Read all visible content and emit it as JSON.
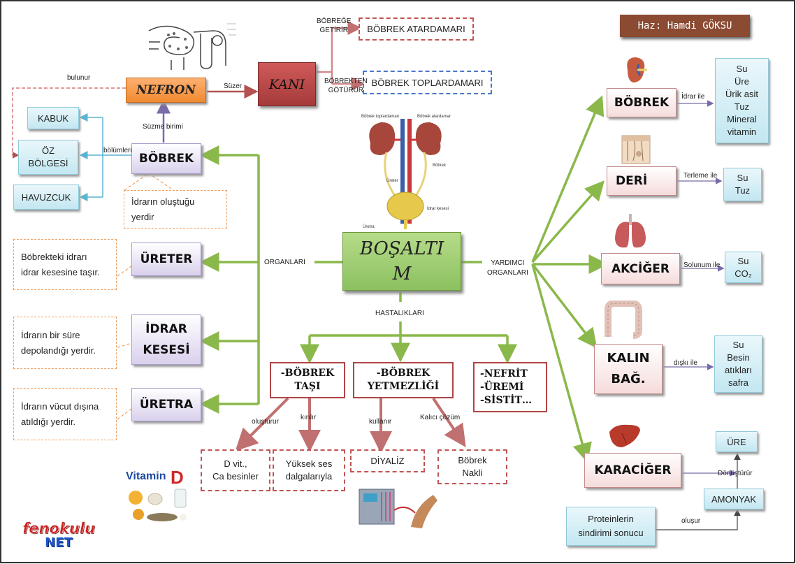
{
  "author": "Haz: Hamdi GÖKSU",
  "center": {
    "label": "BOŞALTI\nM"
  },
  "nefron": {
    "label": "NEFRON"
  },
  "kani": {
    "label": "KANI",
    "artery": "BÖBREK ATARDAMARI",
    "vein": "BÖBREK TOPLARDAMARI"
  },
  "organs": {
    "kidney": "BÖBREK",
    "ureter": "ÜRETER",
    "bladder": "İDRAR\nKESESİ",
    "urethra": "ÜRETRA"
  },
  "kidney_parts": [
    "KABUK",
    "ÖZ\nBÖLGESİ",
    "HAVUZCUK"
  ],
  "notes": {
    "kidney": "İdrarın oluştuğu\nyerdir",
    "ureter": "Böbrekteki idrarı\nidrar kesesine taşır.",
    "bladder": "İdrarın bir süre\ndepolandığı yerdir.",
    "urethra": "İdrarın vücut dışına\natıldığı yerdir."
  },
  "diseases": [
    "-BÖBREK\nTAŞI",
    "-BÖBREK\nYETMEZLİĞİ",
    "-NEFRİT\n-ÜREMİ\n-SİSTİT…"
  ],
  "treatments": [
    "D vit.,\nCa besinler",
    "Yüksek ses\ndalgalarıyla",
    "DİYALİZ",
    "Böbrek\nNakli"
  ],
  "helpers": [
    {
      "name": "BÖBREK",
      "via": "İdrar ile",
      "products": "Su\nÜre\nÜrik asit\nTuz\nMineral\nvitamin"
    },
    {
      "name": "DERİ",
      "via": "Terleme ile",
      "products": "Su\nTuz"
    },
    {
      "name": "AKCİĞER",
      "via": "Solunum ile",
      "products": "Su\nCO₂"
    },
    {
      "name": "KALIN\nBAĞ.",
      "via": "dışkı ile",
      "products": "Su\nBesin\natıkları\nsafra"
    },
    {
      "name": "KARACİĞER"
    }
  ],
  "liver": {
    "ure": "ÜRE",
    "amonyak": "AMONYAK",
    "protein": "Proteinlerin\nsindirimi sonucu"
  },
  "edges": {
    "bulunur": "bulunur",
    "suzer": "Süzer",
    "bobrege_getirir": "BÖBREĞE\nGETİRİR",
    "bobrekten_goturur": "BÖBREKTEN\nGÖTÜRÜR",
    "suzme_birimi": "Süzme birimi",
    "bolumleri": "bölümleri",
    "organlari": "ORGANLARI",
    "yardimci": "YARDIMCI\nORGANLARI",
    "hastaliklari": "HASTALIKLARI",
    "olusturur": "oluşturur",
    "kirilir": "kırılır",
    "kullanir": "kullanır",
    "kalici": "Kalıcı çözüm",
    "donusturur": "Dönüştürür",
    "olusur": "oluşur"
  },
  "logo": {
    "top": "fenokulu",
    "bottom": "NET"
  }
}
